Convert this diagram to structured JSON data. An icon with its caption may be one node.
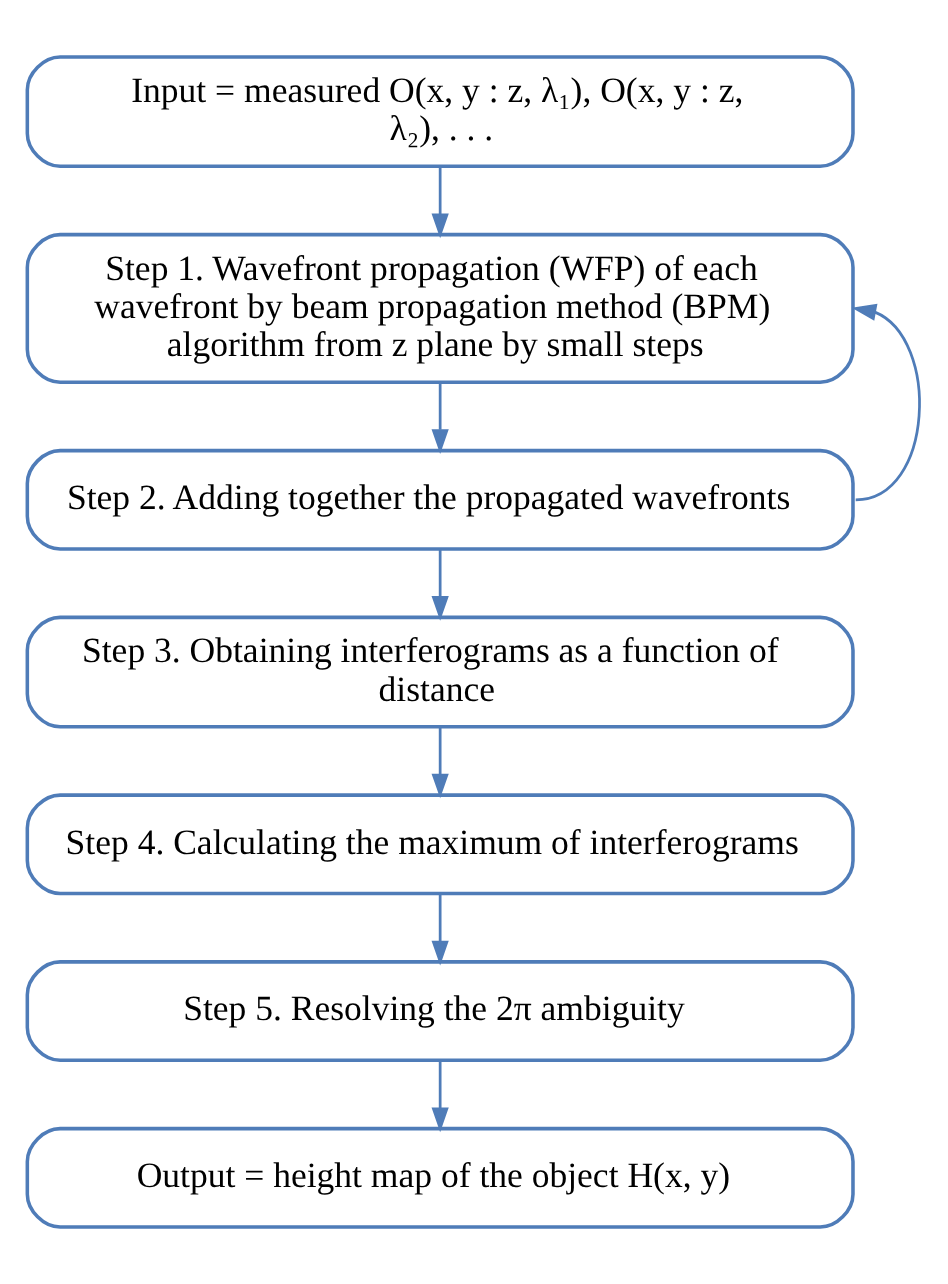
{
  "diagram": {
    "nodes": [
      {
        "text": [
          "Input = measured O(x, y : z, λ₁), O(x, y : z, λ₂), . . ."
        ]
      },
      {
        "text": [
          "Step 1. Wavefront propagation (WFP) of each wavefront by beam propagation method (BPM) algorithm from z plane by small steps"
        ]
      },
      {
        "text": [
          "Step 2. Adding together the propagated wavefronts"
        ]
      },
      {
        "text": [
          "Step 3. Obtaining interferograms as a function of distance"
        ]
      },
      {
        "text": [
          "Step 4. Calculating the maximum of interferograms"
        ]
      },
      {
        "text": [
          "Step 5. Resolving the 2π ambiguity"
        ]
      },
      {
        "text": [
          "Output = height map of the object H(x, y)"
        ]
      }
    ],
    "edges": [
      {
        "from": 0,
        "to": 1,
        "arrow": "to"
      },
      {
        "from": 1,
        "to": 2,
        "arrow": "to"
      },
      {
        "from": 2,
        "to": 1,
        "arrow": "to"
      },
      {
        "from": 2,
        "to": 3,
        "arrow": "to"
      },
      {
        "from": 3,
        "to": 4,
        "arrow": "to"
      },
      {
        "from": 4,
        "to": 5,
        "arrow": "to"
      },
      {
        "from": 5,
        "to": 6,
        "arrow": "to"
      }
    ]
  }
}
